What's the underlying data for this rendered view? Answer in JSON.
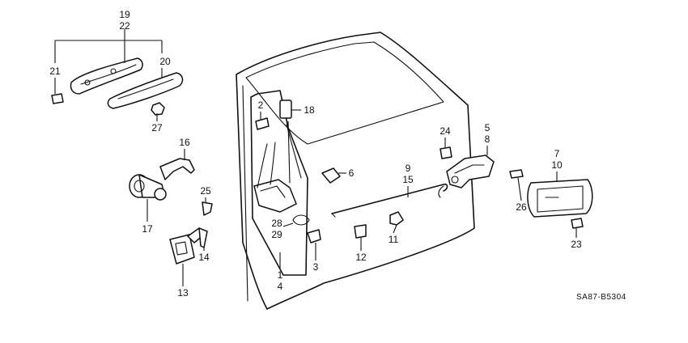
{
  "diagram": {
    "reference_code": "SA87-B5304",
    "callouts": {
      "c1": "1",
      "c2": "2",
      "c3": "3",
      "c4": "4",
      "c5": "5",
      "c6": "6",
      "c7": "7",
      "c8": "8",
      "c9": "9",
      "c10": "10",
      "c11": "11",
      "c12": "12",
      "c13": "13",
      "c14": "14",
      "c15": "15",
      "c16": "16",
      "c17": "17",
      "c18": "18",
      "c19": "19",
      "c20": "20",
      "c21": "21",
      "c22": "22",
      "c23": "23",
      "c24": "24",
      "c25": "25",
      "c26": "26",
      "c27": "27",
      "c28": "28",
      "c29": "29"
    }
  }
}
